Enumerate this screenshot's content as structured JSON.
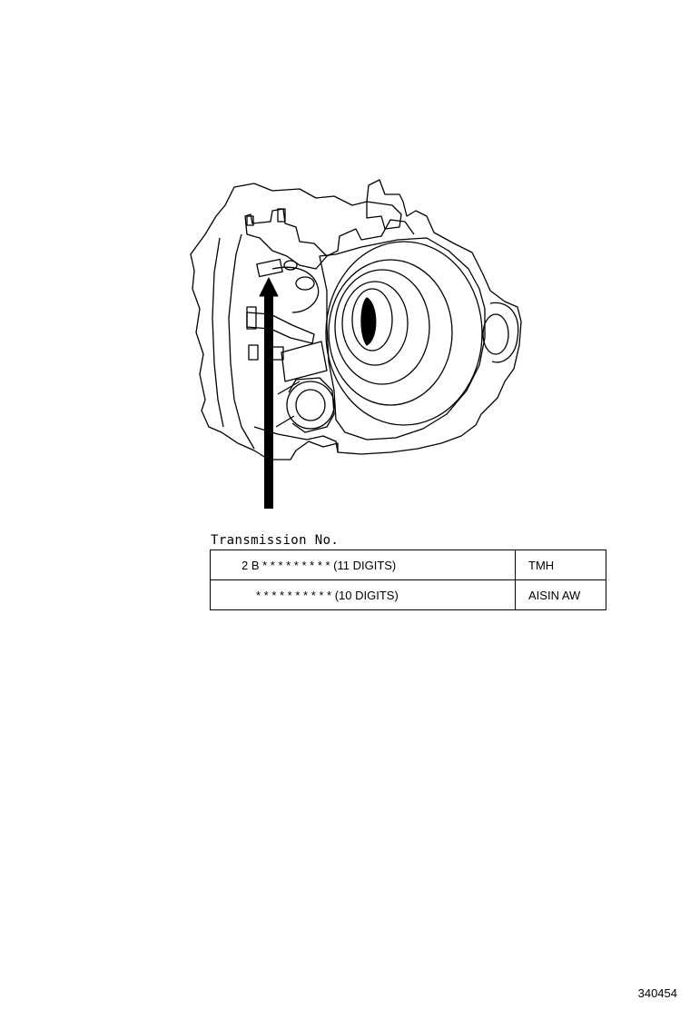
{
  "caption": "Transmission No.",
  "rows": [
    {
      "code": "2 B * * * * * * * * * (11 DIGITS)",
      "maker": "TMH"
    },
    {
      "code": "* * * * * * * * * * (10 DIGITS)",
      "maker": "AISIN AW"
    }
  ],
  "ref_number": "340454",
  "colors": {
    "ink": "#000000",
    "paper": "#ffffff"
  }
}
